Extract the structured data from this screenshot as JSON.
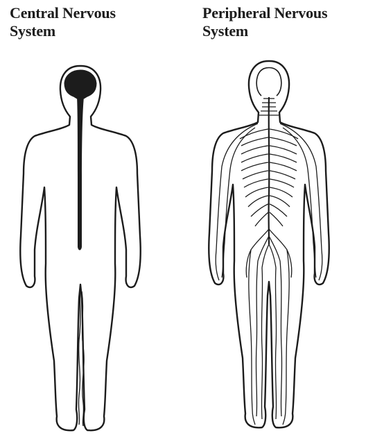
{
  "panels": [
    {
      "title_line1": "Central Nervous",
      "title_line2": "System"
    },
    {
      "title_line1": "Peripheral Nervous",
      "title_line2": "System"
    }
  ],
  "colors": {
    "ink": "#1c1c1c",
    "background": "#ffffff"
  }
}
